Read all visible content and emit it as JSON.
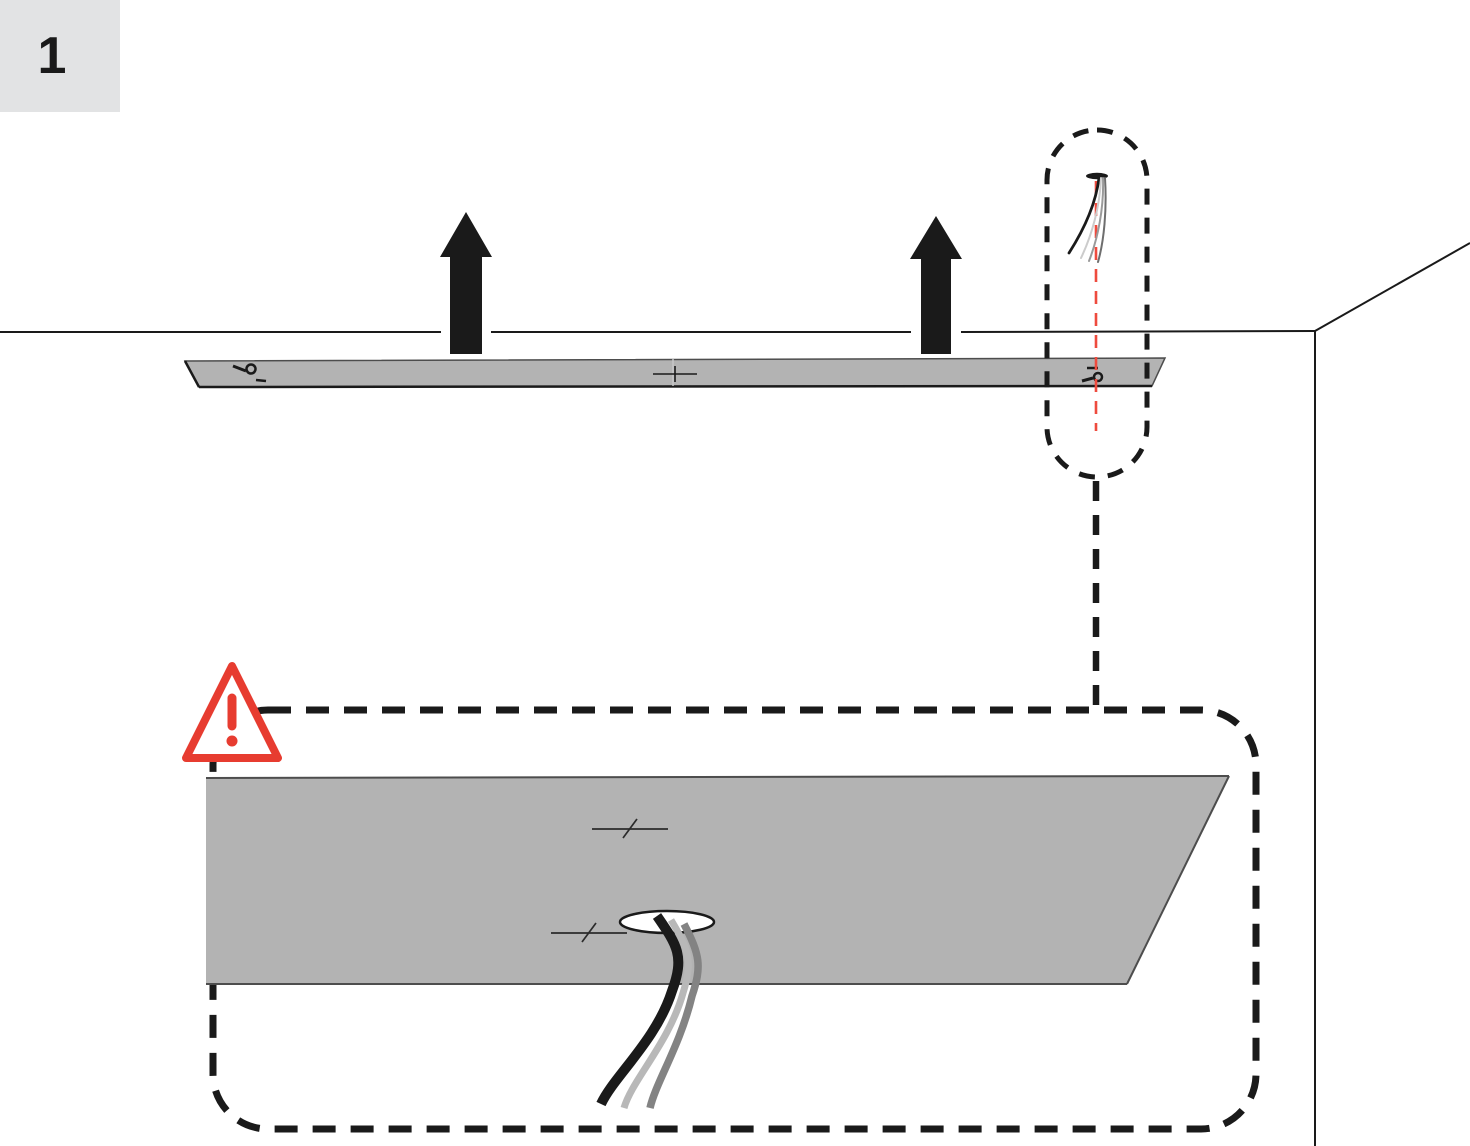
{
  "step": {
    "number": "1"
  },
  "colors": {
    "step_box_bg": "#e2e3e4",
    "panel_gray": "#b3b3b3",
    "edge_gray": "#4d4d4d",
    "line_dark": "#1a1a1a",
    "warning_red": "#e73c30",
    "centerline_red": "#ee4b3e",
    "wire_black": "#1a1a1a",
    "wire_light_gray": "#b8b8b8",
    "wire_dark_gray": "#838383"
  },
  "icons": {
    "warning": "warning-triangle-exclamation",
    "up_arrow": "solid-up-arrow"
  }
}
